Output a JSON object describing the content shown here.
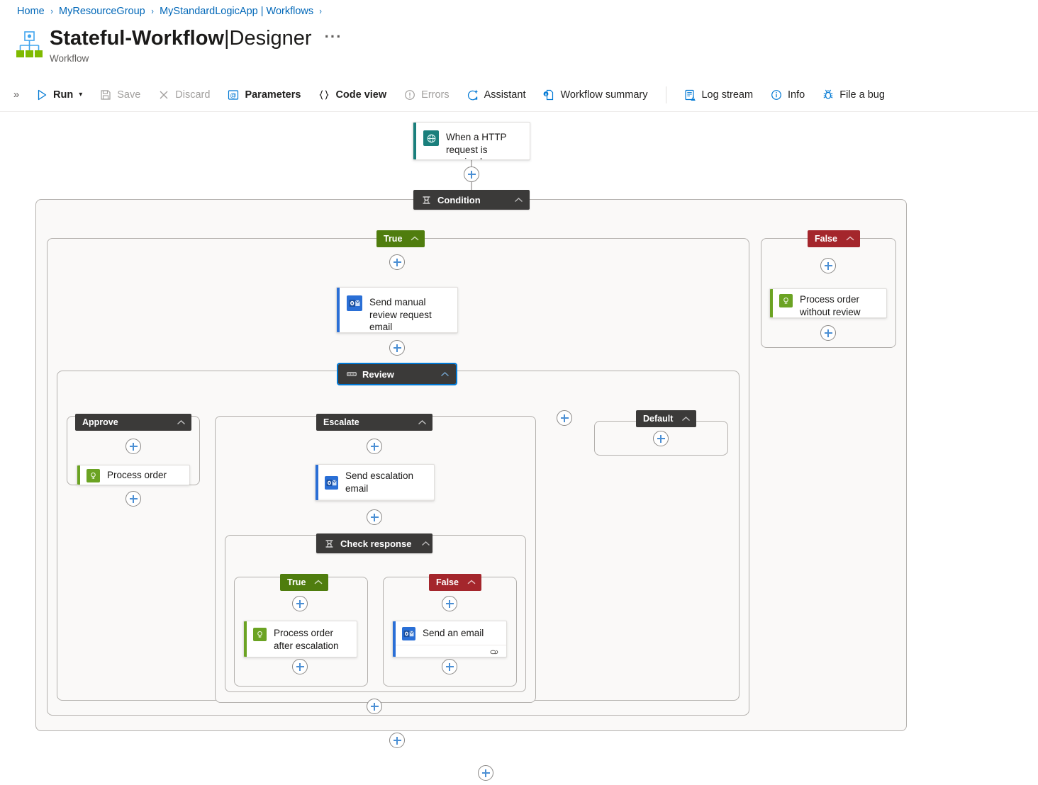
{
  "breadcrumb": {
    "items": [
      {
        "label": "Home"
      },
      {
        "label": "MyResourceGroup"
      },
      {
        "label": "MyStandardLogicApp | Workflows"
      }
    ],
    "separator": "›"
  },
  "header": {
    "title_main": "Stateful-Workflow",
    "title_sep": " | ",
    "title_sub": "Designer",
    "subtitle": "Workflow",
    "more_label": "···",
    "icon": "logic-app-icon"
  },
  "toolbar": {
    "expand_label": "»",
    "items": [
      {
        "label": "Run",
        "icon": "play-icon",
        "disabled": false,
        "caret": true
      },
      {
        "label": "Save",
        "icon": "save-icon",
        "disabled": true,
        "caret": false
      },
      {
        "label": "Discard",
        "icon": "discard-icon",
        "disabled": true,
        "caret": false
      },
      {
        "label": "Parameters",
        "icon": "parameters-icon",
        "disabled": false,
        "caret": false
      },
      {
        "label": "Code view",
        "icon": "code-view-icon",
        "disabled": false,
        "caret": false
      },
      {
        "label": "Errors",
        "icon": "errors-icon",
        "disabled": true,
        "caret": false
      },
      {
        "label": "Assistant",
        "icon": "assistant-icon",
        "disabled": false,
        "caret": false
      },
      {
        "label": "Workflow summary",
        "icon": "workflow-summary-icon",
        "disabled": false,
        "caret": false
      }
    ],
    "items_right": [
      {
        "label": "Log stream",
        "icon": "log-stream-icon",
        "disabled": false
      },
      {
        "label": "Info",
        "icon": "info-icon",
        "disabled": false
      },
      {
        "label": "File a bug",
        "icon": "bug-icon",
        "disabled": false
      }
    ]
  },
  "colors": {
    "accent_blue": "#0078d4",
    "link_blue": "#0067b8",
    "true_green": "#4f7d0e",
    "false_red": "#a4262c",
    "pill_dark": "#3b3a39",
    "trigger_teal": "#1a7f7c",
    "office365_blue": "#2a6fd6",
    "control_green": "#6ba323",
    "scope_bg": "#faf9f8",
    "scope_border": "#b3b0ad"
  },
  "designer": {
    "trigger": {
      "label": "When a HTTP request is received",
      "icon": "http-request-icon",
      "accent": "#1a7f7c"
    },
    "condition": {
      "label": "Condition",
      "icon": "condition-icon",
      "selected": false,
      "branches": {
        "true_label": "True",
        "false_label": "False"
      }
    },
    "false_branch": {
      "action": {
        "label": "Process order without review",
        "icon": "compose-icon",
        "accent": "#6ba323"
      }
    },
    "true_branch": {
      "email_action": {
        "label": "Send manual review request email",
        "icon": "office365-outlook-icon",
        "accent": "#2a6fd6",
        "footer_icon": "connection-link-icon"
      },
      "switch": {
        "label": "Review",
        "icon": "switch-icon",
        "selected": true,
        "cases": [
          {
            "label": "Approve"
          },
          {
            "label": "Escalate"
          },
          {
            "label": "Default"
          }
        ],
        "add_case_label": "add-case"
      },
      "approve_case": {
        "action": {
          "label": "Process order",
          "icon": "compose-icon",
          "accent": "#6ba323"
        }
      },
      "escalate_case": {
        "email_action": {
          "label": "Send escalation email",
          "icon": "office365-outlook-icon",
          "accent": "#2a6fd6",
          "footer_icon": "connection-link-icon"
        },
        "condition": {
          "label": "Check response",
          "icon": "condition-icon",
          "true_label": "True",
          "false_label": "False"
        },
        "true_action": {
          "label": "Process order after escalation",
          "icon": "compose-icon",
          "accent": "#6ba323"
        },
        "false_action": {
          "label": "Send an email",
          "icon": "office365-outlook-icon",
          "accent": "#2a6fd6",
          "footer_icon": "connection-link-icon"
        }
      }
    },
    "add_label": "+"
  }
}
